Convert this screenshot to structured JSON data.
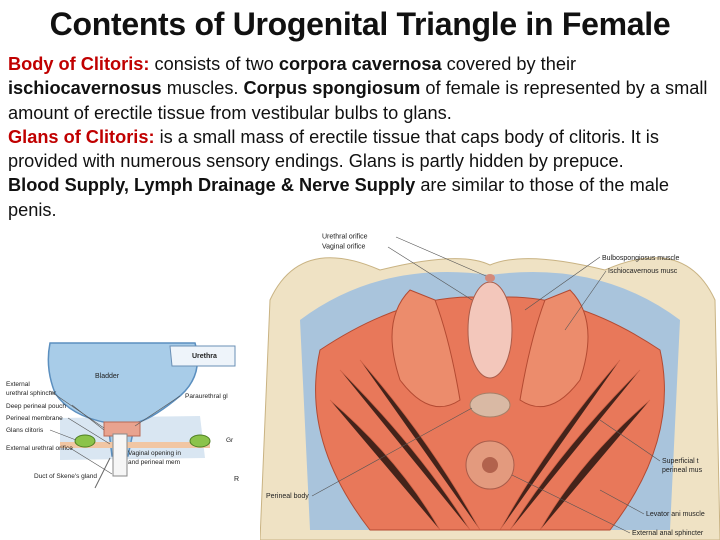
{
  "title": "Contents of Urogenital Triangle in Female",
  "paragraphs": {
    "p1": {
      "term": "Body of Clitoris:",
      "t1": " consists of two ",
      "b1": "corpora cavernosa",
      "t2": " covered by their ",
      "b2": "ischiocavernosus",
      "t3": " muscles. ",
      "b3": "Corpus spongiosum",
      "t4": " of female is represented by a small amount of erectile tissue from vestibular bulbs to glans."
    },
    "p2": {
      "term": "Glans of Clitoris:",
      "t1": " is a small mass of erectile tissue that caps body of clitoris. It is provided with numerous sensory endings. Glans is partly hidden by prepuce."
    },
    "p3": {
      "b1": "Blood Supply, Lymph Drainage & Nerve Supply",
      "t1": " are similar to those of the male penis."
    }
  },
  "figure_left": {
    "labels": {
      "bladder": "Bladder",
      "urethra": "Urethra",
      "external_urethral_sphincter": "External",
      "external_urethral_sphincter_2": "urethral sphincter",
      "paraurethral": "Paraurethral gl",
      "deep_perineal_pouch": "Deep perineal pouch",
      "perineal_membrane": "Perineal membrane",
      "glans_clitoris": "Glans clitoris",
      "gr": "Gr",
      "external_urethral_orifice": "External urethral orifice",
      "vaginal_opening": "Vaginal opening in",
      "vaginal_opening_2": "and perineal mem",
      "duct_skene": "Duct of Skene's gland",
      "r": "R"
    }
  },
  "figure_right": {
    "labels": {
      "urethral_orifice": "Urethral orifice",
      "vaginal_orifice": "Vaginal orifice",
      "bulbospongiosus": "Bulbospongiosus muscle",
      "ischiocavernosus": "Ischiocavernous musc",
      "superficial_transverse": "Superficial t",
      "superficial_transverse_2": "perineal mus",
      "perineal_body": "Perineal body",
      "levator_ani": "Levator ani muscle",
      "external_anal_sphincter": "External anal sphincter"
    }
  },
  "colors": {
    "heading": "#111111",
    "term_red": "#c00000",
    "muscle": "#e8785a",
    "fascia": "#a9c4dc",
    "bone": "#efe2c4"
  }
}
